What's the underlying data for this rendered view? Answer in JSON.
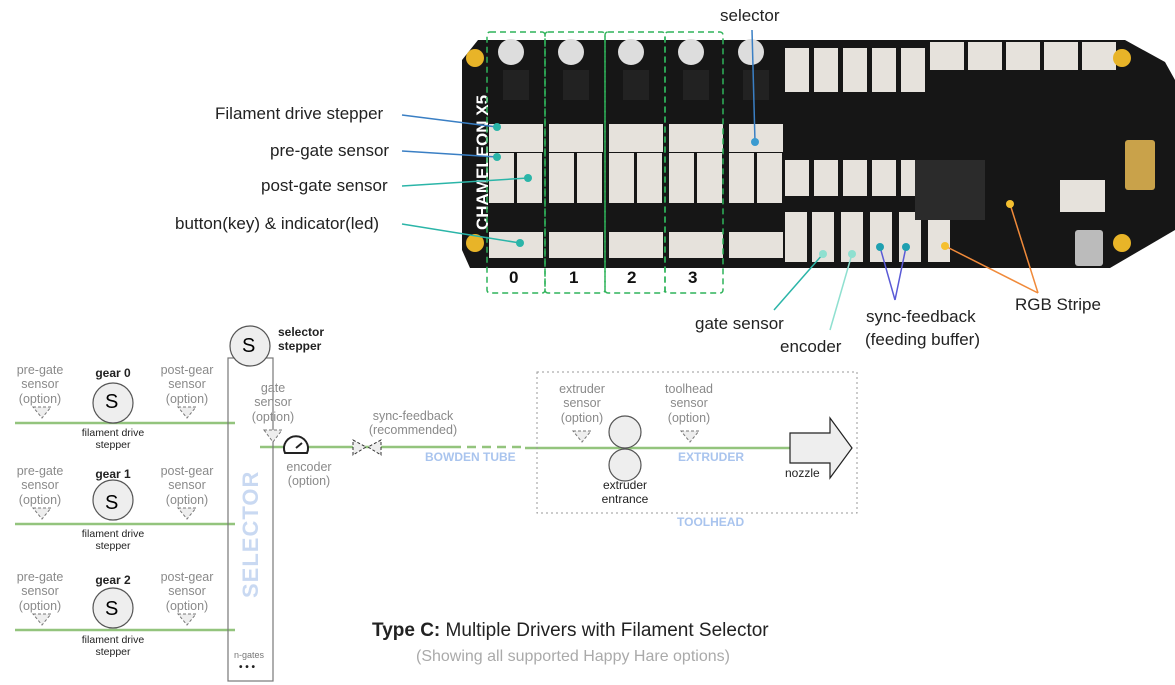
{
  "board": {
    "name": "CHAMELEON X5",
    "gate_numbers": [
      "0",
      "1",
      "2",
      "3"
    ],
    "labels": {
      "selector": "selector",
      "filament_drive_stepper": "Filament drive stepper",
      "pre_gate_sensor": "pre-gate sensor",
      "post_gate_sensor": "post-gate sensor",
      "button_indicator": "button(key) & indicator(led)",
      "gate_sensor": "gate sensor",
      "encoder": "encoder",
      "sync_feedback": "sync-feedback",
      "feeding_buffer": "(feeding buffer)",
      "rgb_stripe": "RGB Stripe"
    },
    "line_colors": {
      "blue": "#3a7fc4",
      "teal": "#2bb5a8",
      "mint": "#8fe0d0",
      "purple": "#6a4fd0",
      "orange": "#f5a623",
      "red": "#e8405a"
    }
  },
  "schematic": {
    "gears": [
      {
        "title": "gear 0",
        "symbol": "S",
        "pre": [
          "pre-gate",
          "sensor",
          "(option)"
        ],
        "post": [
          "post-gear",
          "sensor",
          "(option)"
        ],
        "caption": [
          "filament drive",
          "stepper"
        ]
      },
      {
        "title": "gear 1",
        "symbol": "S",
        "pre": [
          "pre-gate",
          "sensor",
          "(option)"
        ],
        "post": [
          "post-gear",
          "sensor",
          "(option)"
        ],
        "caption": [
          "filament drive",
          "stepper"
        ]
      },
      {
        "title": "gear 2",
        "symbol": "S",
        "pre": [
          "pre-gate",
          "sensor",
          "(option)"
        ],
        "post": [
          "post-gear",
          "sensor",
          "(option)"
        ],
        "caption": [
          "filament drive",
          "stepper"
        ]
      }
    ],
    "selector_stepper": {
      "symbol": "S",
      "label": [
        "selector",
        "stepper"
      ]
    },
    "selector_label": "SELECTOR",
    "n_gates": "n-gates",
    "ellipsis": "• • •",
    "gate_sensor": [
      "gate",
      "sensor",
      "(option)"
    ],
    "encoder": [
      "encoder",
      "(option)"
    ],
    "sync_feedback": [
      "sync-feedback",
      "(recommended)"
    ],
    "bowden_tube": "BOWDEN TUBE",
    "extruder_sensor": [
      "extruder",
      "sensor",
      "(option)"
    ],
    "toolhead_sensor": [
      "toolhead",
      "sensor",
      "(option)"
    ],
    "extruder_entrance": [
      "extruder",
      "entrance"
    ],
    "extruder": "EXTRUDER",
    "nozzle": "nozzle",
    "toolhead": "TOOLHEAD",
    "filament_color": "#93c47d"
  },
  "title": {
    "bold": "Type C:",
    "rest": " Multiple Drivers with Filament Selector",
    "subtitle": "(Showing all supported Happy Hare options)"
  }
}
